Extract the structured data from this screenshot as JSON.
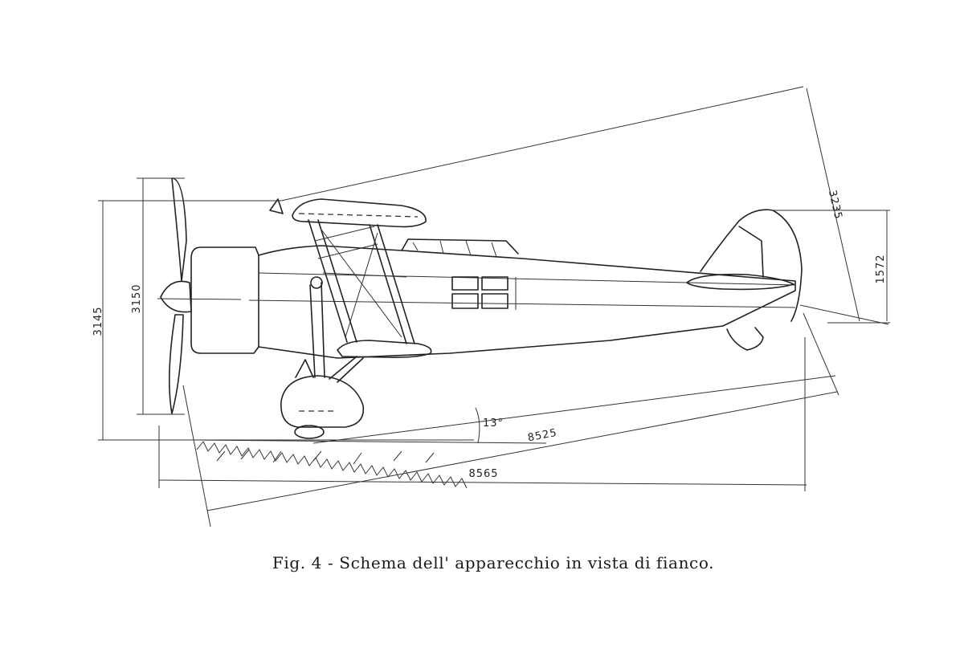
{
  "caption": {
    "figure_label": "Fig. 4",
    "separator": " - ",
    "text": "Schema dell' apparecchio in vista di fianco."
  },
  "dimensions": {
    "propeller_height": "3150",
    "overall_height": "3145",
    "height_tilted": "3235",
    "tail_height": "1572",
    "length_tilted": "8525",
    "overall_length": "8565",
    "ground_angle": "13°"
  },
  "colors": {
    "ink": "#222222",
    "paper": "#ffffff"
  }
}
